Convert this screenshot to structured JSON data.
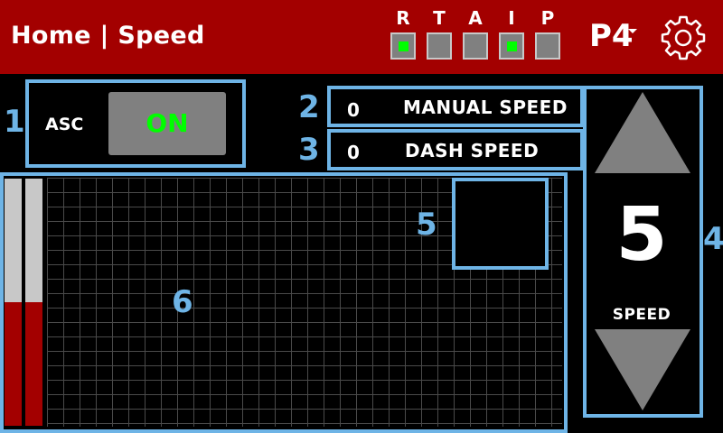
{
  "header": {
    "title": "Home | Speed",
    "profile": "P4",
    "indicators": [
      {
        "letter": "R",
        "active": true
      },
      {
        "letter": "T",
        "active": false
      },
      {
        "letter": "A",
        "active": false
      },
      {
        "letter": "I",
        "active": true
      },
      {
        "letter": "P",
        "active": false
      }
    ]
  },
  "callouts": {
    "n1": "1",
    "n2": "2",
    "n3": "3",
    "n4": "4",
    "n5": "5",
    "n6": "6"
  },
  "asc": {
    "label": "ASC",
    "state": "ON"
  },
  "manual_speed": {
    "value": "0",
    "label": "MANUAL SPEED"
  },
  "dash_speed": {
    "value": "0",
    "label": "DASH SPEED"
  },
  "speed_control": {
    "value": "5",
    "label": "SPEED"
  },
  "levels": {
    "left": 0.5,
    "right": 0.5
  },
  "colors": {
    "header": "#a30000",
    "accent": "#6eb4e6",
    "active": "#00ff00",
    "control": "#808080"
  },
  "icons": {
    "settings": "gear-icon",
    "up": "triangle-up-icon",
    "down": "triangle-down-icon",
    "profile_caret": "caret-down-icon"
  }
}
